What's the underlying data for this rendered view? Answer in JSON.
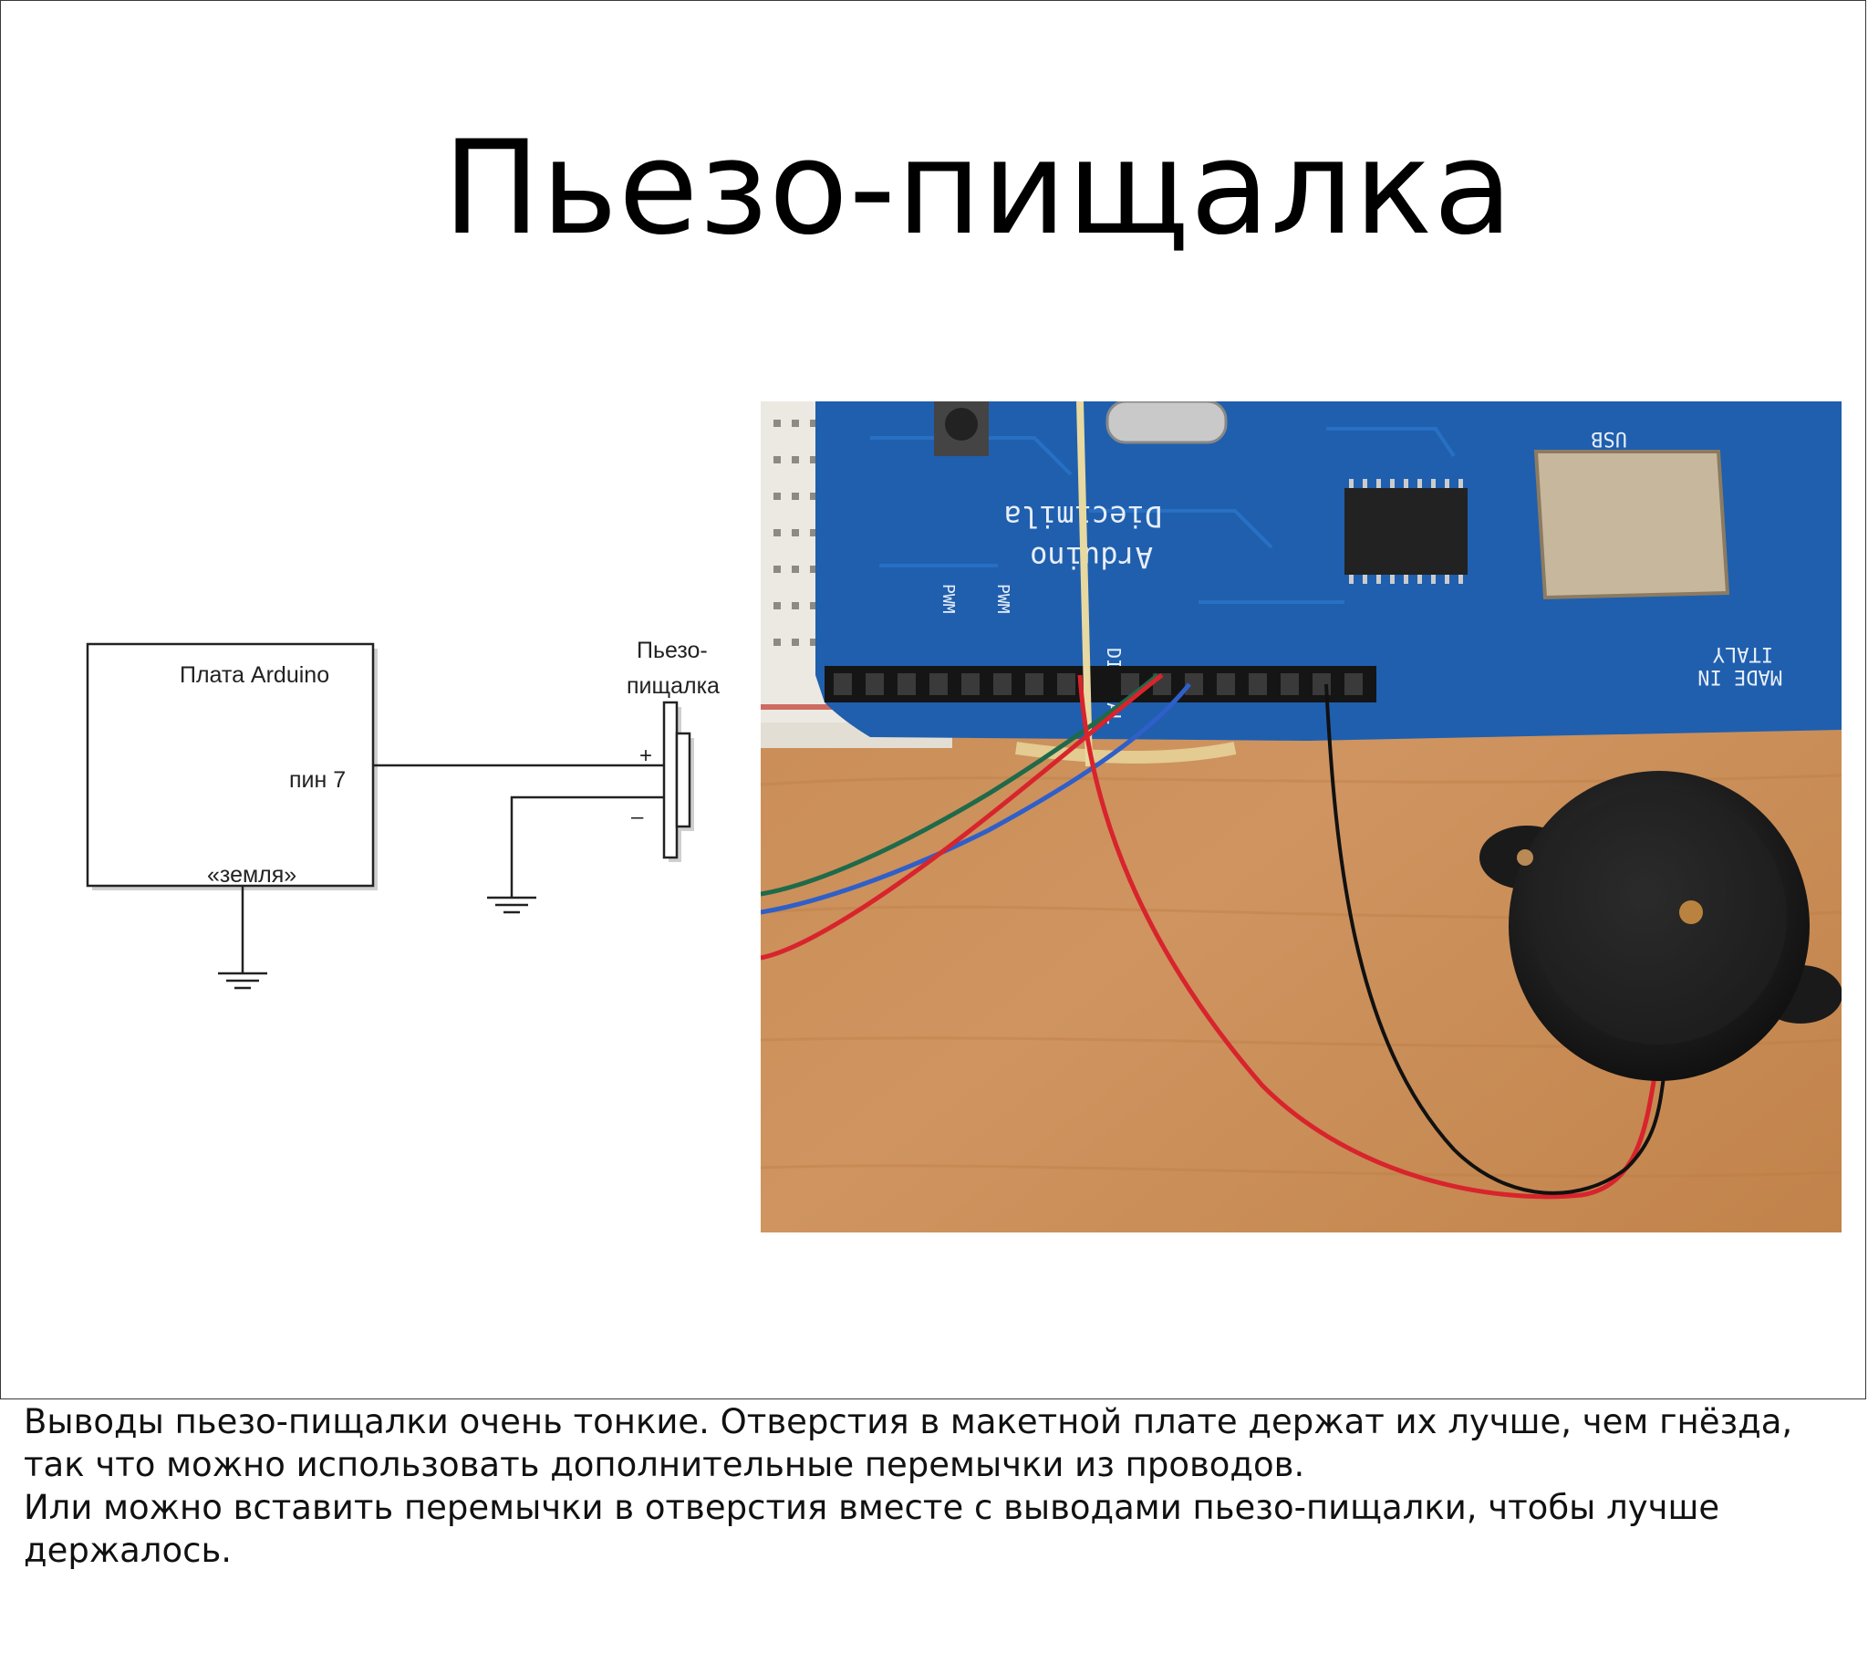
{
  "slide": {
    "title": "Пьезо-пищалка"
  },
  "schematic": {
    "board_label": "Плата Arduino",
    "pin_label": "пин 7",
    "ground_label": "«земля»",
    "buzzer_label_line1": "Пьезо-",
    "buzzer_label_line2": "пищалка",
    "plus_sign": "+",
    "minus_sign": "–"
  },
  "photo": {
    "board_text_brand": "Arduino",
    "board_text_model": "Diecimila",
    "header_label_digital": "DIGITAL",
    "made_in_line1": "MADE IN",
    "made_in_line2": "ITALY",
    "usb_label": "USB",
    "pwm_label": "PWM",
    "colors": {
      "table": "#c98a4e",
      "board": "#1f5fae",
      "wire_red": "#d8242c",
      "wire_blue": "#2f5fc8",
      "wire_green": "#1f6a4a",
      "wire_black": "#111111",
      "buzzer": "#1b1b1b"
    }
  },
  "notes": {
    "line1": "Выводы пьезо-пищалки очень тонкие. Отверстия в макетной плате держат их лучше, чем гнёзда, так что можно использовать дополнительные перемычки из проводов.",
    "line2": "Или можно вставить перемычки в отверстия вместе с выводами пьезо-пищалки, чтобы лучше держалось."
  }
}
